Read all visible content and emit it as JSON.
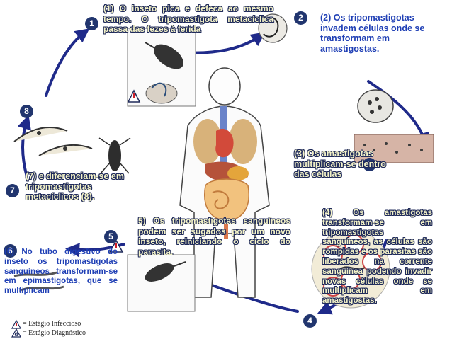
{
  "steps": [
    {
      "number": "1",
      "text": "(1) O inseto pica e defeca ao mesmo tempo. O tripomastigota metacíclica passa das fezes à ferida"
    },
    {
      "number": "2",
      "text": "(2) Os tripomastigotas invadem células onde se transformam em amastigostas."
    },
    {
      "number": "3",
      "text": "(3) Os amastigotas multiplicam-se dentro das células"
    },
    {
      "number": "4",
      "text": "(4) Os amastigotas transformam-se em tripomastigotas sanguíneos, as células são rompidas e os parasitas são liberados na corrente sanguínea podendo invadir novas células onde se multiplicam em amastigostas."
    },
    {
      "number": "5",
      "text": "5) Os tripomastigotas sanguíneos podem ser sugados por um novo inseto, reiniciando o ciclo do parasita."
    },
    {
      "number": "6",
      "text": "(6) No tubo digestivo do inseto os tripomastigotas sanguíneos transformam-se em epimastigotas, que se multiplicam"
    },
    {
      "number": "7",
      "text": "(7) e diferenciam-se em tripomastigotas metacíclicos (8)."
    },
    {
      "number": "8",
      "text": ""
    }
  ],
  "legend": {
    "infective": "= Estágio Infeccioso",
    "diagnostic": "= Estágio Diagnóstico"
  },
  "colors": {
    "arrow": "#1f2a8a",
    "badge": "#21356e",
    "text_blue": "#1f3fb5",
    "outline_fill": "#f4f3c8",
    "warning_red": "#d0202a"
  }
}
